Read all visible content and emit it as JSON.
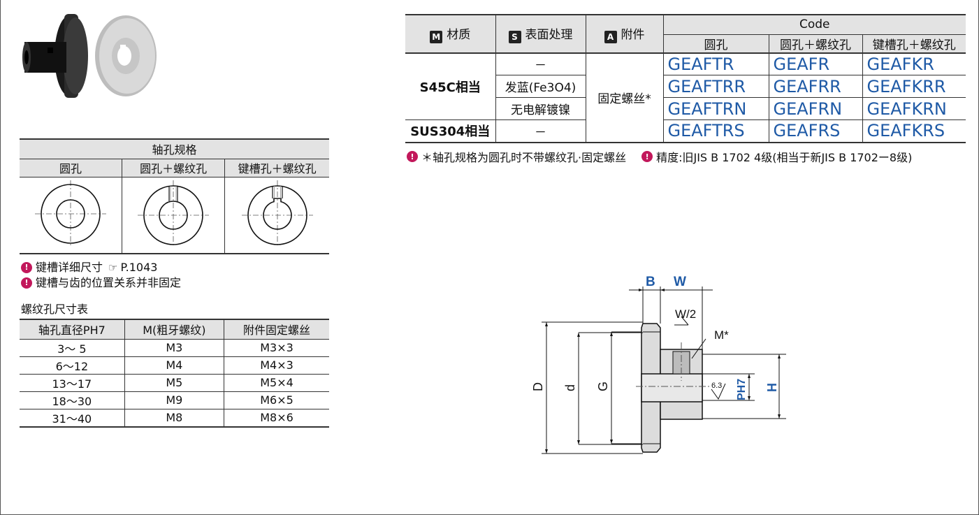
{
  "bore_spec": {
    "title": "轴孔规格",
    "columns": [
      "圆孔",
      "圆孔＋螺纹孔",
      "键槽孔＋螺纹孔"
    ]
  },
  "notes_left": [
    {
      "text": "键槽详细尺寸",
      "ref": "P.1043"
    },
    {
      "text": "键槽与齿的位置关系并非固定"
    }
  ],
  "screw_table": {
    "title": "螺纹孔尺寸表",
    "headers": [
      "轴孔直径PH7",
      "M(粗牙螺纹)",
      "附件固定螺丝"
    ],
    "rows": [
      [
        "3～  5",
        "M3",
        "M3×3"
      ],
      [
        "6～12",
        "M4",
        "M4×3"
      ],
      [
        "13～17",
        "M5",
        "M5×4"
      ],
      [
        "18～30",
        "M9",
        "M6×5"
      ],
      [
        "31～40",
        "M8",
        "M8×6"
      ]
    ]
  },
  "code_table": {
    "tags": {
      "material": "M",
      "surface": "S",
      "accessory": "A"
    },
    "headers": {
      "material": "材质",
      "surface": "表面处理",
      "accessory": "附件",
      "code": "Code",
      "code_cols": [
        "圆孔",
        "圆孔＋螺纹孔",
        "键槽孔＋螺纹孔"
      ]
    },
    "materials": [
      "S45C相当",
      "SUS304相当"
    ],
    "surfaces": [
      "－",
      "发蓝(Fe3O4)",
      "无电解镀镍",
      "－"
    ],
    "accessory": "固定螺丝*",
    "codes": [
      [
        "GEAFTR",
        "GEAFR",
        "GEAFKR"
      ],
      [
        "GEAFTRR",
        "GEAFRR",
        "GEAFKRR"
      ],
      [
        "GEAFTRN",
        "GEAFRN",
        "GEAFKRN"
      ],
      [
        "GEAFTRS",
        "GEAFRS",
        "GEAFKRS"
      ]
    ]
  },
  "notes_right": [
    "＊轴孔规格为圆孔时不带螺纹孔·固定螺丝",
    "精度:旧JIS B 1702 4级(相当于新JIS B 1702ー8级)"
  ],
  "drawing_labels": {
    "B": "B",
    "W": "W",
    "W2": "W/2",
    "M": "M*",
    "D": "D",
    "d": "d",
    "G": "G",
    "H": "H",
    "P": "PH7",
    "rough": "6.3"
  },
  "colors": {
    "accent_blue": "#1f5aa6",
    "warning": "#c2185b",
    "header_gray": "#e3e3e3"
  }
}
